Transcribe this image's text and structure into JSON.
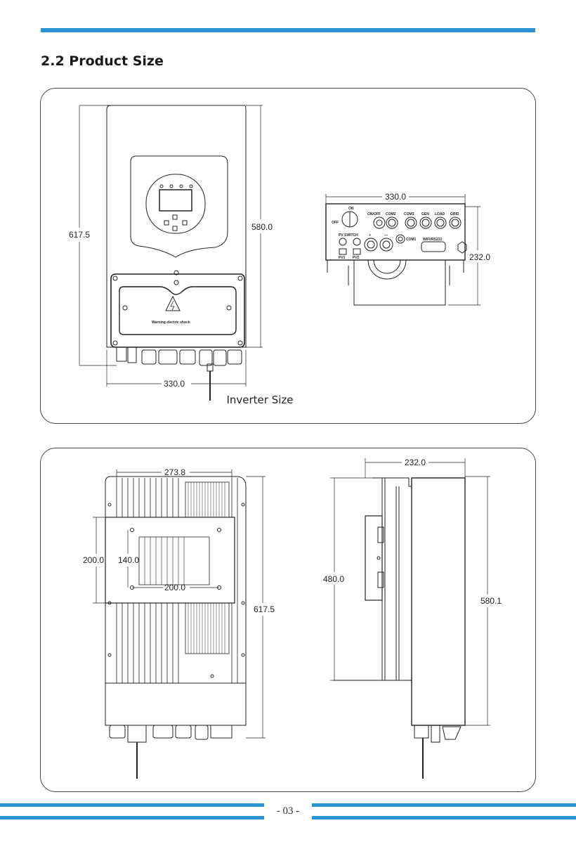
{
  "section_title": "2.2 Product Size",
  "caption": "Inverter Size",
  "page_number": "- 03 -",
  "colors": {
    "accent_bar": "#2a93d5",
    "line": "#222222"
  },
  "front_view": {
    "height_total": "617.5",
    "height_body": "580.0",
    "width": "330.0",
    "warning_text": "Warning electric shock"
  },
  "bottom_view": {
    "width": "330.0",
    "depth": "232.0",
    "labels": [
      "ON/OFF",
      "COM2",
      "COM3",
      "GEN",
      "LOAD",
      "GRID"
    ],
    "switch_on": "ON",
    "switch_off": "OFF",
    "pv_switch": "PV SWITCH",
    "pv1": "PV1",
    "pv2": "PV2",
    "plus": "+",
    "minus": "—",
    "com1": "COM1",
    "wifi": "WIFI/RS232"
  },
  "rear_view": {
    "width_top": "273.8",
    "bracket_height": "200.0",
    "hole_height": "140.0",
    "hole_width": "200.0",
    "height_total": "617.5"
  },
  "side_view": {
    "depth": "232.0",
    "bracket_height": "480.0",
    "height": "580.1"
  }
}
